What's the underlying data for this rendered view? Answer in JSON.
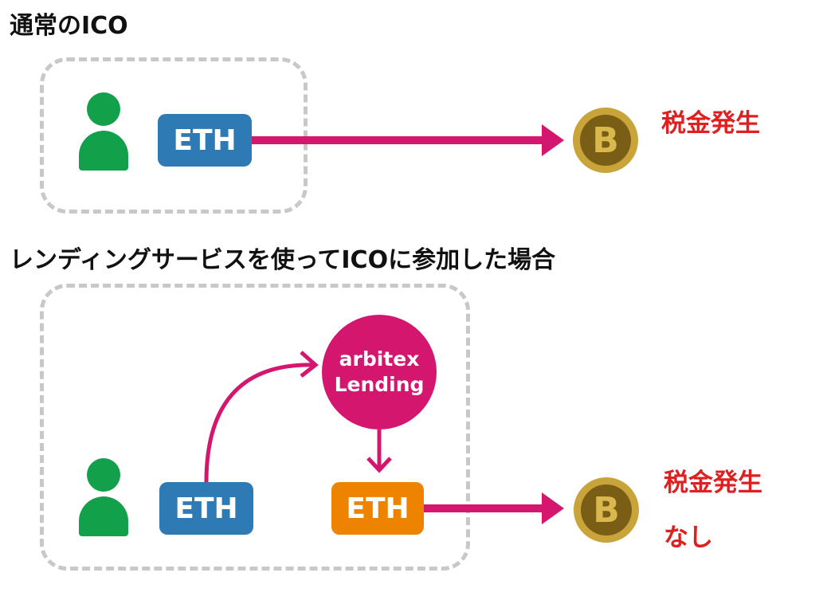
{
  "heading_normal": "通常のICO",
  "heading_lending": "レンディングサービスを使ってICOに参加した場合",
  "eth_label": "ETH",
  "coin_symbol": "B",
  "lending_name": [
    "arbitex",
    "Lending"
  ],
  "tax_occurs": "税金発生",
  "tax_none": "なし",
  "colors": {
    "person": "#12a04a",
    "eth_blue": "#2d7ab5",
    "eth_orange": "#ee8300",
    "arrow": "#d4166f",
    "lending": "#d4166f",
    "coin_outer": "#c8a43a",
    "coin_inner": "#7a5e16",
    "tax_text": "#e02020",
    "dashed_border": "#c8c8c8"
  },
  "icons": [
    "person-icon",
    "bitcoin-coin-icon",
    "arrow-right-icon"
  ]
}
